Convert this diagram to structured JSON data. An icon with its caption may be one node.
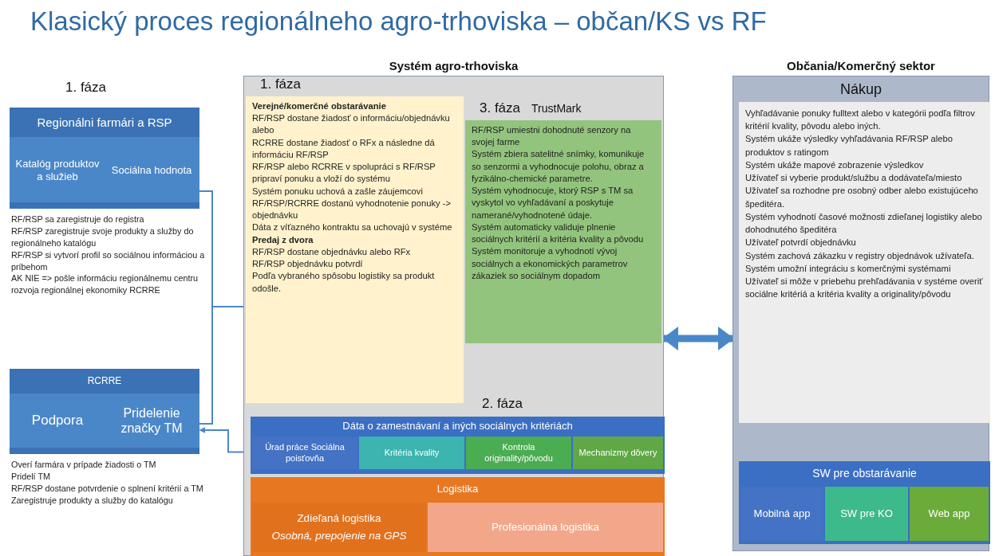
{
  "diagram": {
    "title": "Klasický proces regionálneho agro-trhoviska – občan/KS vs RF",
    "nodes": [
      {
        "text": [
          "Regionálni farmári a RSP"
        ],
        "beside": [
          "RF/RSP sa zaregistruje do registra",
          "RF/RSP zaregistruje svoje produkty a služby do regionálneho katalógu",
          "RF/RSP si vytvorí profil so sociálnou informáciou a príbehom",
          "AK NIE => pošle informáciu regionálnemu centru rozvoja regionálnej ekonomiky RCRRE"
        ]
      },
      {
        "text": [
          "Katalóg produktov a služieb"
        ],
        "in": 0
      },
      {
        "text": [
          "Sociálna hodnota"
        ],
        "in": 0
      },
      {
        "text": [
          "RCRRE"
        ],
        "beside": [
          "Overí farmára v prípade žiadosti o TM",
          "Pridelí TM",
          "RF/RSP dostane potvrdenie o splnení kritérií a TM",
          "Zaregistruje produkty a služby do katalógu"
        ]
      },
      {
        "text": [
          "Podpora"
        ],
        "in": 3
      },
      {
        "text": [
          "Pridelenie značky TM"
        ],
        "in": 3
      },
      {
        "text": [
          "Systém agro-trhoviska"
        ]
      },
      {
        "text": [
          "1. fáza",
          "Verejné/komerčné obstarávanie",
          "RF/RSP dostane žiadosť o informáciu/objednávku alebo",
          "RCRRE dostane žiadosť o RFx a následne dá informáciu RF/RSP",
          "RF/RSP alebo RCRRE v spolupráci s RF/RSP pripraví ponuku a vloží do systému",
          "Systém ponuku uchová a zašle záujemcovi",
          "RF/RSP/RCRRE dostanú vyhodnotenie ponuky -> objednávku",
          "Dáta z víťazného kontraktu sa uchovajú v systéme",
          "Predaj z dvora",
          "RF/RSP dostane objednávku alebo RFx",
          "RF/RSP objednávku potvrdí",
          "Podľa vybraného spôsobu logistiky sa produkt odošle."
        ],
        "in": 6
      },
      {
        "text": [
          "3. fáza",
          "TrustMark",
          "RF/RSP umiestni dohodnuté senzory na svojej farme",
          "Systém zbiera satelitné snímky, komunikuje so senzormi a vyhodnocuje polohu, obraz a fyzikálno-chemické parametre.",
          "Systém vyhodnocuje, ktorý RSP s TM sa vyskytol vo vyhľadávaní a poskytuje namerané/vyhodnotené údaje.",
          "Systém automaticky validuje plnenie sociálnych kritérií a kritéria kvality a pôvodu",
          "Systém monitoruje a vyhodnotí vývoj sociálnych a ekonomických parametrov zákaziek so sociálnym dopadom"
        ],
        "in": 6
      },
      {
        "text": [
          "2. fáza"
        ],
        "in": 6
      },
      {
        "text": [
          "Dáta o zamestnávaní a iných sociálnych kritériách"
        ],
        "in": 9
      },
      {
        "text": [
          "Úrad práce Sociálna poisťovňa"
        ],
        "in": 10
      },
      {
        "text": [
          "Kritéria kvality"
        ],
        "in": 10
      },
      {
        "text": [
          "Kontrola originality/pôvodu"
        ],
        "in": 10
      },
      {
        "text": [
          "Mechanizmy dôvery"
        ],
        "in": 10
      },
      {
        "text": [
          "Logistika"
        ],
        "in": 9
      },
      {
        "text": [
          "Zdieľaná logistika",
          "Osobná, prepojenie na GPS"
        ],
        "in": 15
      },
      {
        "text": [
          "Profesionálna logistika"
        ],
        "in": 15
      },
      {
        "text": [
          "Občania/Komerčný sektor",
          "Nákup"
        ]
      },
      {
        "text": [
          "Vyhľadávanie ponuky fulltext alebo v kategórii podľa filtrov kritérií kvality, pôvodu alebo iných.",
          "Systém ukáže výsledky vyhľadávania RF/RSP alebo produktov s ratingom",
          "Systém ukáže mapové zobrazenie výsledkov",
          "Užívateľ si vyberie produkt/službu a dodávateľa/miesto",
          "Užívateľ sa rozhodne pre osobný odber alebo existujúceho špeditéra.",
          "Systém vyhodnotí časové možnosti zdieľanej logistiky alebo dohodnutého špeditéra",
          "Užívateľ potvrdí objednávku",
          "Systém zachová zákazku v registry objednávok užívateľa.",
          "Systém umožní integráciu s komerčnými systémami",
          "Užívateľ si môže v priebehu prehľadávania v systéme overiť sociálne kritériá a kritéria kvality a originality/pôvodu"
        ],
        "in": 18
      },
      {
        "text": [
          "SW pre obstarávanie"
        ],
        "in": 18
      },
      {
        "text": [
          "Mobilná app"
        ],
        "in": 20
      },
      {
        "text": [
          "SW pre KO"
        ],
        "in": 20
      },
      {
        "text": [
          "Web app"
        ],
        "in": 20
      }
    ],
    "edges": [
      {
        "from": 2,
        "to": 6,
        "arrow": "none"
      },
      {
        "from": 5,
        "to": 6,
        "arrow": "none"
      },
      {
        "from": 11,
        "to": 5,
        "arrow": "both"
      },
      {
        "from": 6,
        "to": 18,
        "arrow": "both",
        "style": "thick"
      }
    ],
    "labels": [
      "1. fáza"
    ]
  }
}
